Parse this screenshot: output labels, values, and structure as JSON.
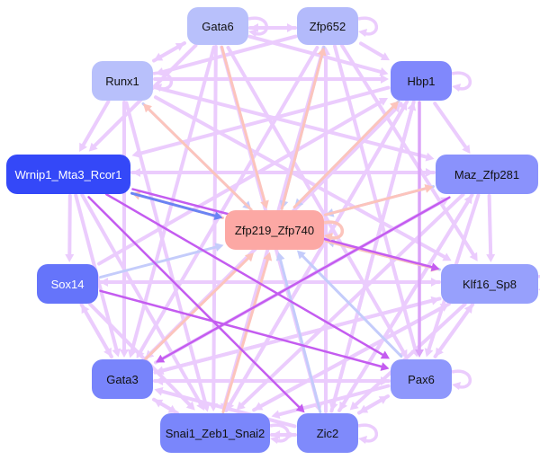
{
  "diagram": {
    "type": "directed-network",
    "nodes": [
      {
        "id": "gata6",
        "label": "Gata6",
        "fill": "#b8c0fb",
        "text": "#111111"
      },
      {
        "id": "zfp652",
        "label": "Zfp652",
        "fill": "#b3bafb",
        "text": "#111111"
      },
      {
        "id": "runx1",
        "label": "Runx1",
        "fill": "#b8c0fb",
        "text": "#111111"
      },
      {
        "id": "hbp1",
        "label": "Hbp1",
        "fill": "#8088fc",
        "text": "#111111"
      },
      {
        "id": "wrnip1",
        "label": "Wrnip1_Mta3_Rcor1",
        "fill": "#3448f8",
        "text": "#ffffff"
      },
      {
        "id": "maz",
        "label": "Maz_Zfp281",
        "fill": "#8a92fc",
        "text": "#111111"
      },
      {
        "id": "zfp219",
        "label": "Zfp219_Zfp740",
        "fill": "#fca8a4",
        "text": "#111111"
      },
      {
        "id": "sox14",
        "label": "Sox14",
        "fill": "#6574fa",
        "text": "#ffffff"
      },
      {
        "id": "klf16",
        "label": "Klf16_Sp8",
        "fill": "#97a0fc",
        "text": "#111111"
      },
      {
        "id": "gata3",
        "label": "Gata3",
        "fill": "#7884fb",
        "text": "#111111"
      },
      {
        "id": "pax6",
        "label": "Pax6",
        "fill": "#8e97fc",
        "text": "#111111"
      },
      {
        "id": "snai1",
        "label": "Snai1_Zeb1_Snai2",
        "fill": "#7a86fb",
        "text": "#111111"
      },
      {
        "id": "zic2",
        "label": "Zic2",
        "fill": "#7f8afb",
        "text": "#111111"
      }
    ],
    "edge_colors": {
      "default": "#ebccfd",
      "strong": "#c45cf0",
      "medium": "#dba4f8",
      "activate": "#fcc4bc",
      "repress": "#c4ccfb",
      "blue": "#6a84f4"
    },
    "edges": [
      {
        "from": "gata6",
        "to": "zfp219",
        "kind": "activate"
      },
      {
        "from": "zfp652",
        "to": "zfp219",
        "kind": "repress"
      },
      {
        "from": "zfp219",
        "to": "zfp652",
        "kind": "activate"
      },
      {
        "from": "runx1",
        "to": "zfp219",
        "kind": "repress"
      },
      {
        "from": "zfp219",
        "to": "runx1",
        "kind": "activate"
      },
      {
        "from": "hbp1",
        "to": "zfp219",
        "kind": "repress"
      },
      {
        "from": "zfp219",
        "to": "hbp1",
        "kind": "activate"
      },
      {
        "from": "maz",
        "to": "zfp219",
        "kind": "repress"
      },
      {
        "from": "zfp219",
        "to": "maz",
        "kind": "activate"
      },
      {
        "from": "wrnip1",
        "to": "zfp219",
        "kind": "blue"
      },
      {
        "from": "zfp219",
        "to": "wrnip1",
        "kind": "activate"
      },
      {
        "from": "sox14",
        "to": "zfp219",
        "kind": "repress"
      },
      {
        "from": "klf16",
        "to": "zfp219",
        "kind": "repress"
      },
      {
        "from": "zfp219",
        "to": "klf16",
        "kind": "activate"
      },
      {
        "from": "gata3",
        "to": "zfp219",
        "kind": "activate"
      },
      {
        "from": "snai1",
        "to": "zfp219",
        "kind": "activate"
      },
      {
        "from": "zic2",
        "to": "zfp219",
        "kind": "repress"
      },
      {
        "from": "pax6",
        "to": "zfp219",
        "kind": "repress"
      },
      {
        "from": "wrnip1",
        "to": "pax6",
        "kind": "strong"
      },
      {
        "from": "wrnip1",
        "to": "zic2",
        "kind": "strong"
      },
      {
        "from": "wrnip1",
        "to": "klf16",
        "kind": "strong"
      },
      {
        "from": "sox14",
        "to": "pax6",
        "kind": "strong"
      },
      {
        "from": "maz",
        "to": "gata3",
        "kind": "strong"
      },
      {
        "from": "hbp1",
        "to": "pax6",
        "kind": "medium"
      },
      {
        "from": "gata6",
        "to": "runx1",
        "kind": "default"
      },
      {
        "from": "runx1",
        "to": "gata6",
        "kind": "default"
      },
      {
        "from": "gata6",
        "to": "zfp652",
        "kind": "default"
      },
      {
        "from": "gata6",
        "to": "hbp1",
        "kind": "default"
      },
      {
        "from": "gata6",
        "to": "wrnip1",
        "kind": "default"
      },
      {
        "from": "gata6",
        "to": "gata3",
        "kind": "default"
      },
      {
        "from": "gata6",
        "to": "snai1",
        "kind": "default"
      },
      {
        "from": "gata6",
        "to": "pax6",
        "kind": "default"
      },
      {
        "from": "gata6",
        "to": "zic2",
        "kind": "default"
      },
      {
        "from": "zfp652",
        "to": "gata6",
        "kind": "default"
      },
      {
        "from": "zfp652",
        "to": "hbp1",
        "kind": "default"
      },
      {
        "from": "zfp652",
        "to": "runx1",
        "kind": "default"
      },
      {
        "from": "zfp652",
        "to": "pax6",
        "kind": "default"
      },
      {
        "from": "zfp652",
        "to": "gata3",
        "kind": "default"
      },
      {
        "from": "zfp652",
        "to": "snai1",
        "kind": "default"
      },
      {
        "from": "zfp652",
        "to": "klf16",
        "kind": "default"
      },
      {
        "from": "runx1",
        "to": "hbp1",
        "kind": "default"
      },
      {
        "from": "runx1",
        "to": "wrnip1",
        "kind": "default"
      },
      {
        "from": "runx1",
        "to": "maz",
        "kind": "default"
      },
      {
        "from": "runx1",
        "to": "snai1",
        "kind": "default"
      },
      {
        "from": "runx1",
        "to": "gata3",
        "kind": "default"
      },
      {
        "from": "runx1",
        "to": "klf16",
        "kind": "default"
      },
      {
        "from": "hbp1",
        "to": "maz",
        "kind": "default"
      },
      {
        "from": "hbp1",
        "to": "zic2",
        "kind": "default"
      },
      {
        "from": "hbp1",
        "to": "snai1",
        "kind": "default"
      },
      {
        "from": "hbp1",
        "to": "gata3",
        "kind": "default"
      },
      {
        "from": "hbp1",
        "to": "wrnip1",
        "kind": "default"
      },
      {
        "from": "maz",
        "to": "klf16",
        "kind": "default"
      },
      {
        "from": "maz",
        "to": "pax6",
        "kind": "default"
      },
      {
        "from": "maz",
        "to": "zic2",
        "kind": "default"
      },
      {
        "from": "maz",
        "to": "snai1",
        "kind": "default"
      },
      {
        "from": "maz",
        "to": "wrnip1",
        "kind": "default"
      },
      {
        "from": "wrnip1",
        "to": "sox14",
        "kind": "default"
      },
      {
        "from": "wrnip1",
        "to": "gata3",
        "kind": "default"
      },
      {
        "from": "wrnip1",
        "to": "snai1",
        "kind": "default"
      },
      {
        "from": "wrnip1",
        "to": "maz",
        "kind": "default"
      },
      {
        "from": "sox14",
        "to": "gata3",
        "kind": "default"
      },
      {
        "from": "gata3",
        "to": "sox14",
        "kind": "default"
      },
      {
        "from": "sox14",
        "to": "klf16",
        "kind": "default"
      },
      {
        "from": "sox14",
        "to": "snai1",
        "kind": "default"
      },
      {
        "from": "sox14",
        "to": "hbp1",
        "kind": "default"
      },
      {
        "from": "klf16",
        "to": "pax6",
        "kind": "default"
      },
      {
        "from": "pax6",
        "to": "klf16",
        "kind": "default"
      },
      {
        "from": "klf16",
        "to": "gata3",
        "kind": "default"
      },
      {
        "from": "klf16",
        "to": "snai1",
        "kind": "default"
      },
      {
        "from": "klf16",
        "to": "zic2",
        "kind": "default"
      },
      {
        "from": "klf16",
        "to": "sox14",
        "kind": "default"
      },
      {
        "from": "gata3",
        "to": "pax6",
        "kind": "default"
      },
      {
        "from": "gata3",
        "to": "snai1",
        "kind": "default"
      },
      {
        "from": "gata3",
        "to": "hbp1",
        "kind": "default"
      },
      {
        "from": "gata3",
        "to": "maz",
        "kind": "default"
      },
      {
        "from": "gata3",
        "to": "klf16",
        "kind": "default"
      },
      {
        "from": "pax6",
        "to": "zic2",
        "kind": "default"
      },
      {
        "from": "zic2",
        "to": "pax6",
        "kind": "default"
      },
      {
        "from": "pax6",
        "to": "gata3",
        "kind": "default"
      },
      {
        "from": "pax6",
        "to": "snai1",
        "kind": "default"
      },
      {
        "from": "snai1",
        "to": "zic2",
        "kind": "default"
      },
      {
        "from": "zic2",
        "to": "snai1",
        "kind": "default"
      },
      {
        "from": "snai1",
        "to": "gata3",
        "kind": "default"
      },
      {
        "from": "snai1",
        "to": "klf16",
        "kind": "default"
      },
      {
        "from": "snai1",
        "to": "hbp1",
        "kind": "default"
      },
      {
        "from": "zic2",
        "to": "gata3",
        "kind": "default"
      },
      {
        "from": "zic2",
        "to": "zfp652",
        "kind": "default"
      },
      {
        "from": "zic2",
        "to": "maz",
        "kind": "default"
      },
      {
        "from": "zic2",
        "to": "hbp1",
        "kind": "default"
      }
    ],
    "self_loops": [
      "gata6",
      "zfp652",
      "runx1",
      "hbp1",
      "zfp219",
      "klf16",
      "pax6",
      "zic2",
      "snai1"
    ]
  }
}
